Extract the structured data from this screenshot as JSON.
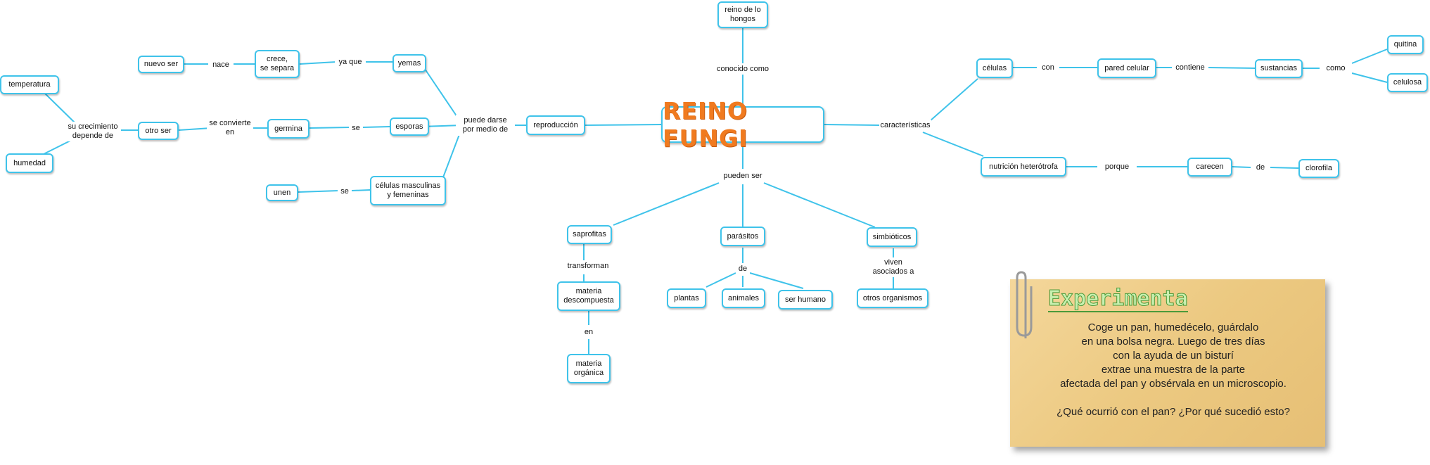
{
  "diagram": {
    "title": "REINO FUNGI",
    "nodes": {
      "reino_hongos": "reino de lo\nhongos",
      "reproduccion": "reproducción",
      "yemas": "yemas",
      "crece": "crece,\nse separa",
      "nuevo_ser": "nuevo ser",
      "esporas": "esporas",
      "germina": "germina",
      "otro_ser": "otro ser",
      "temperatura": "temperatura",
      "humedad": "humedad",
      "celulas_mf": "células masculinas\ny femeninas",
      "unen": "unen",
      "saprofitas": "saprofitas",
      "materia_desc": "materia\ndescompuesta",
      "materia_org": "materia\norgánica",
      "parasitos": "parásitos",
      "plantas": "plantas",
      "animales": "animales",
      "ser_humano": "ser humano",
      "simbioticos": "simbióticos",
      "otros_org": "otros organismos",
      "celulas": "células",
      "pared_celular": "pared celular",
      "sustancias": "sustancias",
      "quitina": "quitina",
      "celulosa": "celulosa",
      "nutricion": "nutrición heterótrofa",
      "carecen": "carecen",
      "clorofila": "clorofila"
    },
    "links": {
      "conocido_como": "conocido como",
      "puede_darse": "puede darse\npor medio de",
      "ya_que": "ya que",
      "nace": "nace",
      "se1": "se",
      "se_convierte": "se convierte\nen",
      "su_crecimiento": "su crecimiento\ndepende de",
      "se2": "se",
      "pueden_ser": "pueden ser",
      "transforman": "transforman",
      "en": "en",
      "de1": "de",
      "viven": "viven\nasociados a",
      "caracteristicas": "características",
      "con": "con",
      "contiene": "contiene",
      "como": "como",
      "porque": "porque",
      "de2": "de"
    }
  },
  "note": {
    "title": "Experimenta",
    "body": "Coge un pan, humedécelo, guárdalo\nen una bolsa negra. Luego de tres días\ncon la ayuda de un bisturí\nextrae una muestra de la parte\nafectada del pan y obsérvala en un microscopio.\n\n¿Qué ocurrió con el pan? ¿Por qué sucedió esto?"
  },
  "colors": {
    "node_border": "#3fc3ea",
    "connector": "#3fc3ea",
    "title": "#f07a1f",
    "note_bg": "#ecc981",
    "note_title": "#4b9a3a"
  }
}
